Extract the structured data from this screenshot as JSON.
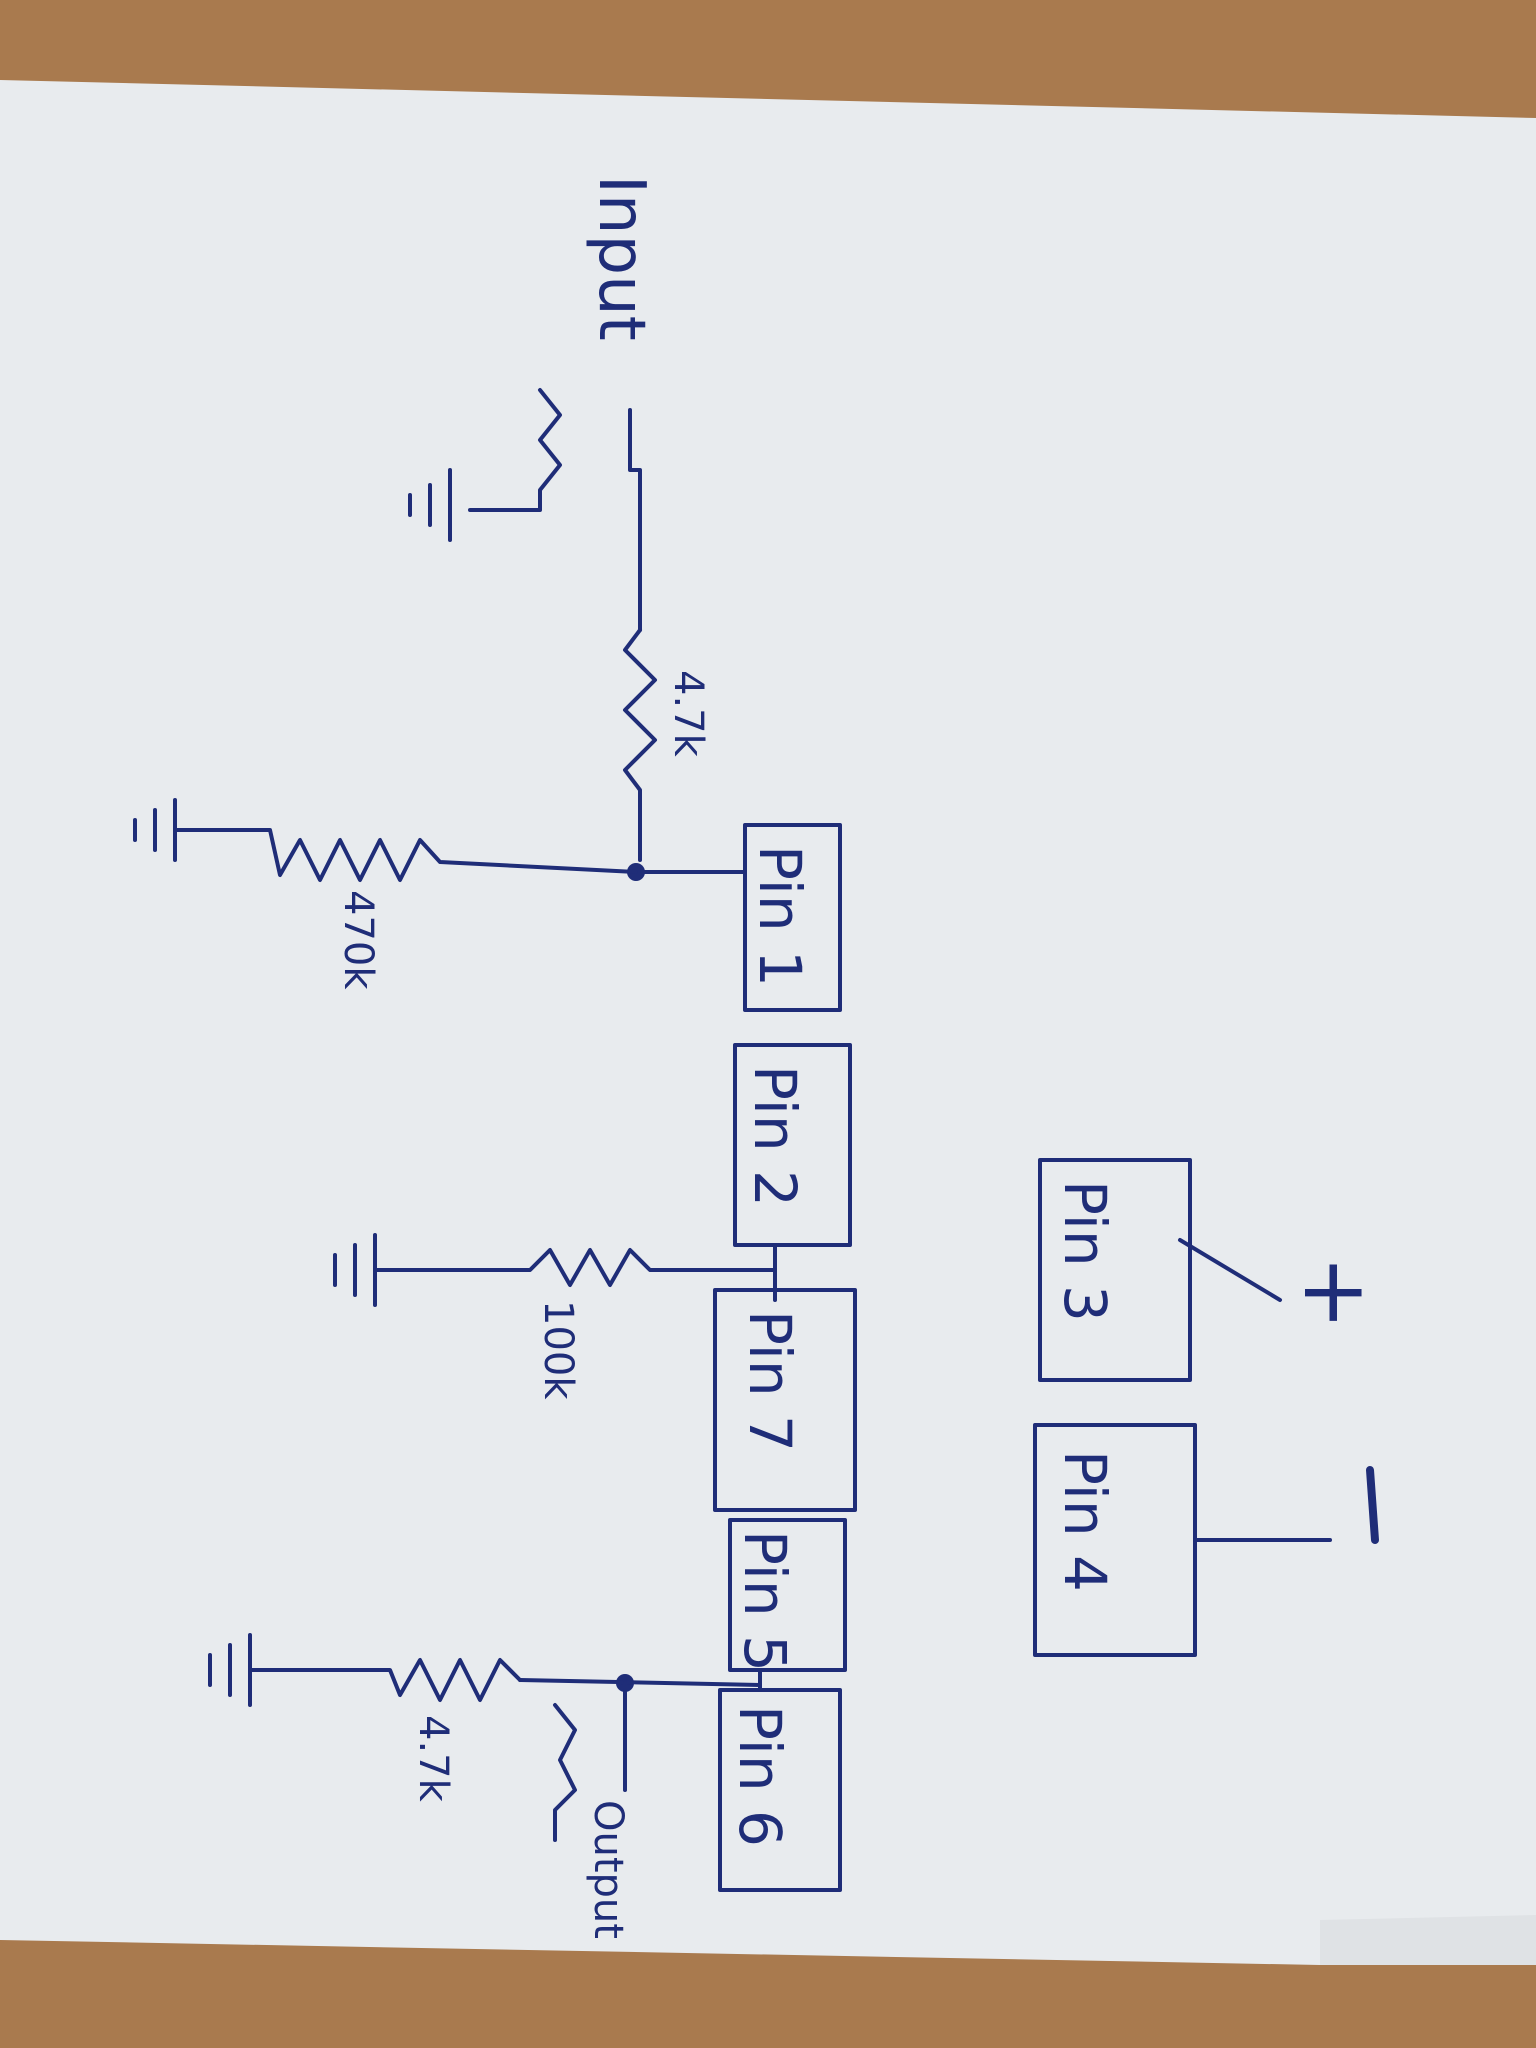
{
  "colors": {
    "ink": "#1f2d78",
    "paper": "#e9ecef",
    "table": "#a97a4e"
  },
  "labels": {
    "input": "Input",
    "output": "Output",
    "plus": "+",
    "minus": "–"
  },
  "resistors": [
    {
      "id": "r-input-series",
      "value": "4.7k"
    },
    {
      "id": "r-pin1-ground",
      "value": "470k"
    },
    {
      "id": "r-pin2-ground",
      "value": "100k"
    },
    {
      "id": "r-output-ground",
      "value": "4.7k"
    }
  ],
  "pins": [
    {
      "id": "pin1",
      "label": "Pin 1"
    },
    {
      "id": "pin2",
      "label": "Pin 2"
    },
    {
      "id": "pin7",
      "label": "Pin 7"
    },
    {
      "id": "pin5",
      "label": "Pin 5"
    },
    {
      "id": "pin6",
      "label": "Pin 6"
    },
    {
      "id": "pin3",
      "label": "Pin 3"
    },
    {
      "id": "pin4",
      "label": "Pin 4"
    }
  ]
}
